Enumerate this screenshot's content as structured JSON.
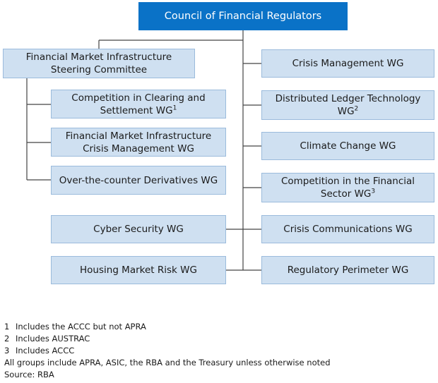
{
  "diagram": {
    "root": "Council of Financial Regulators",
    "steering": "Financial Market Infrastructure Steering Committee",
    "steering_children": [
      {
        "label": "Competition in Clearing and Settlement WG",
        "sup": "1"
      },
      {
        "label": "Financial Market Infrastructure Crisis Management WG"
      },
      {
        "label": "Over-the-counter Derivatives WG"
      }
    ],
    "left_groups": [
      {
        "label": "Cyber Security WG"
      },
      {
        "label": "Housing Market Risk WG"
      }
    ],
    "right_groups": [
      {
        "label": "Crisis Management WG"
      },
      {
        "label": "Distributed Ledger Technology WG",
        "sup": "2"
      },
      {
        "label": "Climate Change WG"
      },
      {
        "label": "Competition in the Financial Sector WG",
        "sup": "3"
      },
      {
        "label": "Crisis Communications WG"
      },
      {
        "label": "Regulatory Perimeter WG"
      }
    ]
  },
  "notes": [
    {
      "num": "1",
      "text": "Includes the ACCC but not APRA"
    },
    {
      "num": "2",
      "text": "Includes AUSTRAC"
    },
    {
      "num": "3",
      "text": "Includes ACCC"
    }
  ],
  "general_note": "All groups include APRA, ASIC, the RBA and the Treasury unless otherwise noted",
  "source": "Source: RBA",
  "colors": {
    "top_fill": "#0a72c7",
    "box_fill": "#cfe0f1",
    "box_border": "#9bbbdc",
    "line": "#444444"
  }
}
